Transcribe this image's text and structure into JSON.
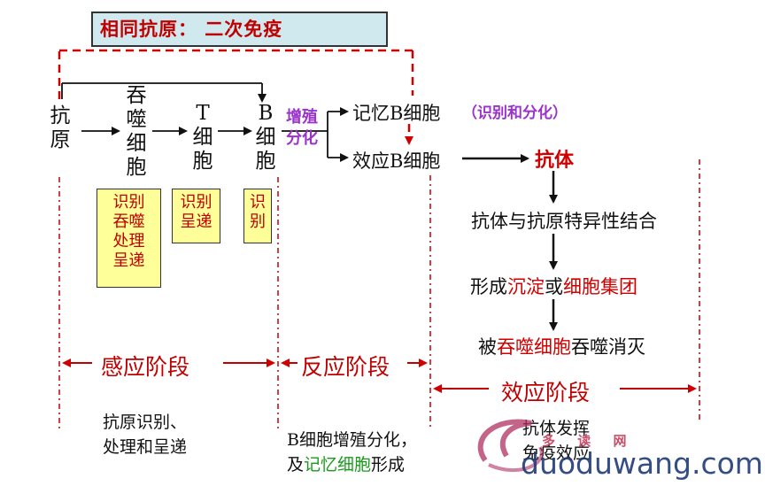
{
  "title": "相同抗原： 二次免疫",
  "nodes": {
    "antigen": "抗原",
    "phagocyte": "吞噬细胞",
    "t_cell": "T细胞",
    "b_cell": "B细胞",
    "proliferate": "增殖分化",
    "memory_b": "记忆B细胞",
    "memory_note": "（识别和分化）",
    "effector_b": "效应B细胞",
    "antibody": "抗体",
    "binding": "抗体与抗原特异性结合",
    "form_prefix": "形成",
    "precipitate": "沉淀",
    "or": "或",
    "cell_mass": "细胞集团",
    "by": "被",
    "phagocyte_red": "吞噬细胞",
    "destroy": "吞噬消灭"
  },
  "boxes": {
    "phagocyte_box": "识别吞噬处理呈递",
    "t_box": "识别呈递",
    "b_box": "识别"
  },
  "stages": {
    "induction": "感应阶段",
    "reaction": "反应阶段",
    "effect": "效应阶段"
  },
  "descriptions": {
    "induction_l1": "抗原识别、",
    "induction_l2": "处理和呈递",
    "reaction_l1": "B细胞增殖分化，",
    "reaction_l2_a": "及",
    "reaction_l2_b": "记忆细胞",
    "reaction_l2_c": "形成",
    "effect_l1": "抗体发挥",
    "effect_l2": "免疫效应"
  },
  "watermark": {
    "chars": "多 读 网",
    "url": "duoduwang.com"
  },
  "colors": {
    "red": "#d00000",
    "purple": "#9933cc",
    "green": "#1a9a1a",
    "box_yellow": "#ffff99",
    "title_bg": "#cfe9ee"
  }
}
